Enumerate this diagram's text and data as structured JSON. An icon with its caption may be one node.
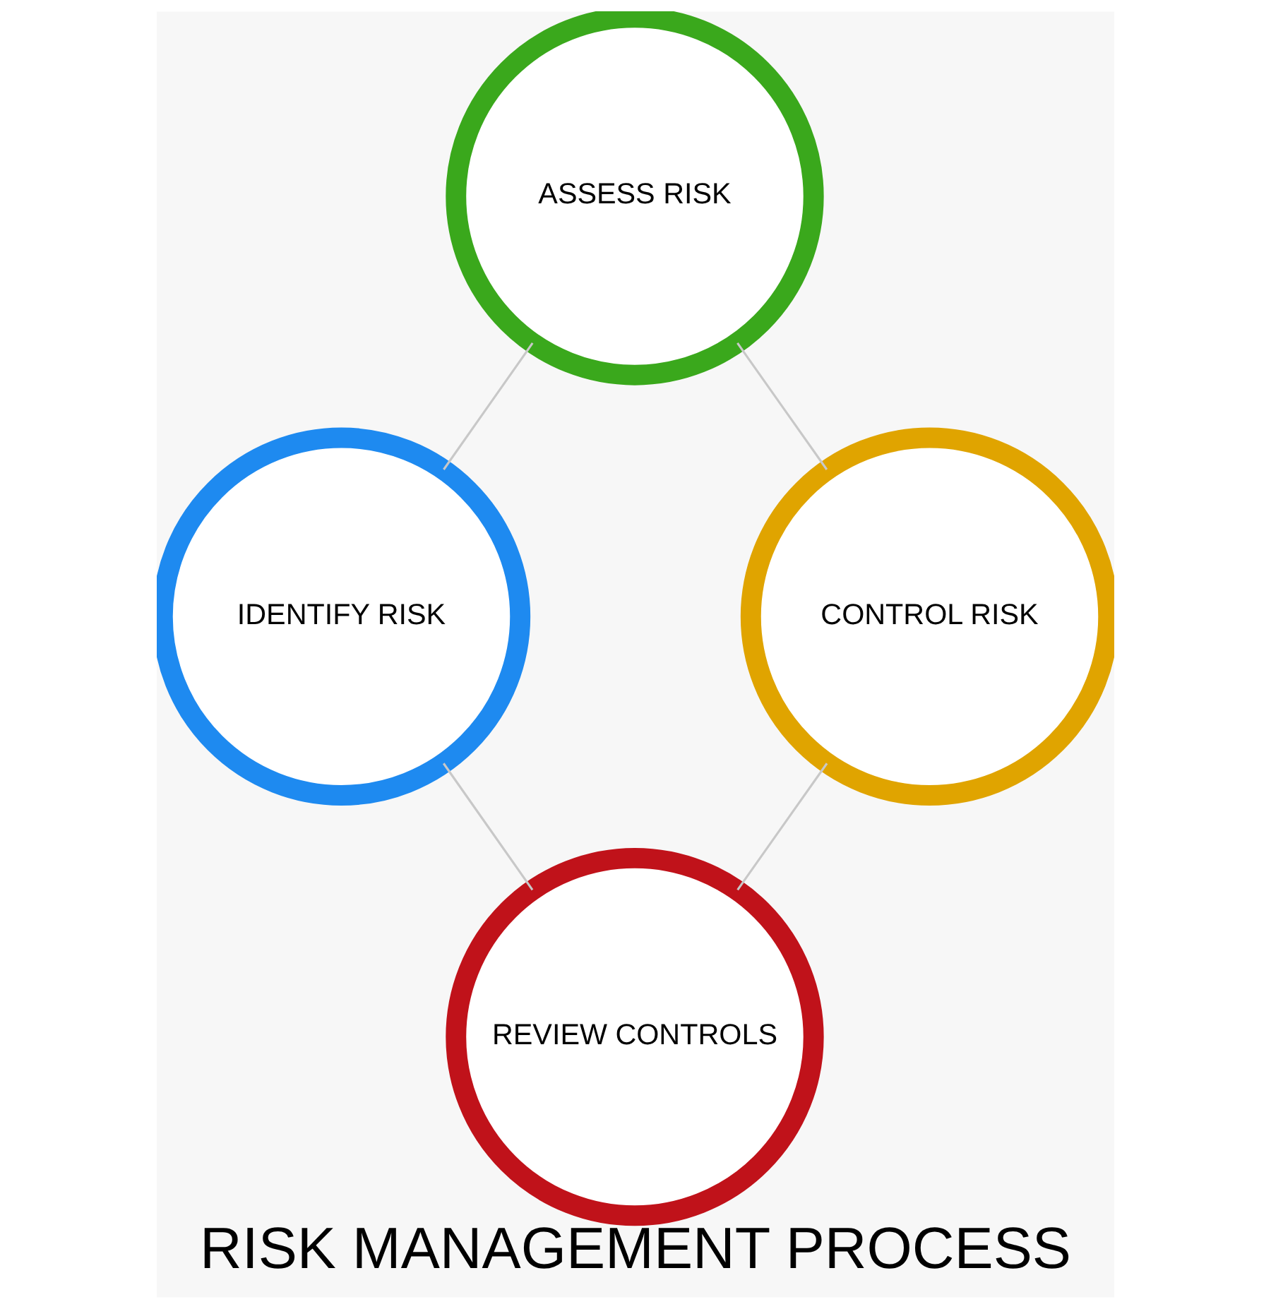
{
  "diagram": {
    "title": "RISK MANAGEMENT PROCESS",
    "nodes": [
      {
        "text": [
          "ASSESS RISK"
        ]
      },
      {
        "text": [
          "IDENTIFY RISK"
        ]
      },
      {
        "text": [
          "CONTROL RISK"
        ]
      },
      {
        "text": [
          "REVIEW CONTROLS"
        ]
      }
    ],
    "edges": [
      {
        "from": 1,
        "to": 0,
        "arrow": "none"
      },
      {
        "from": 0,
        "to": 2,
        "arrow": "none"
      },
      {
        "from": 2,
        "to": 3,
        "arrow": "none"
      },
      {
        "from": 3,
        "to": 1,
        "arrow": "none"
      }
    ]
  }
}
